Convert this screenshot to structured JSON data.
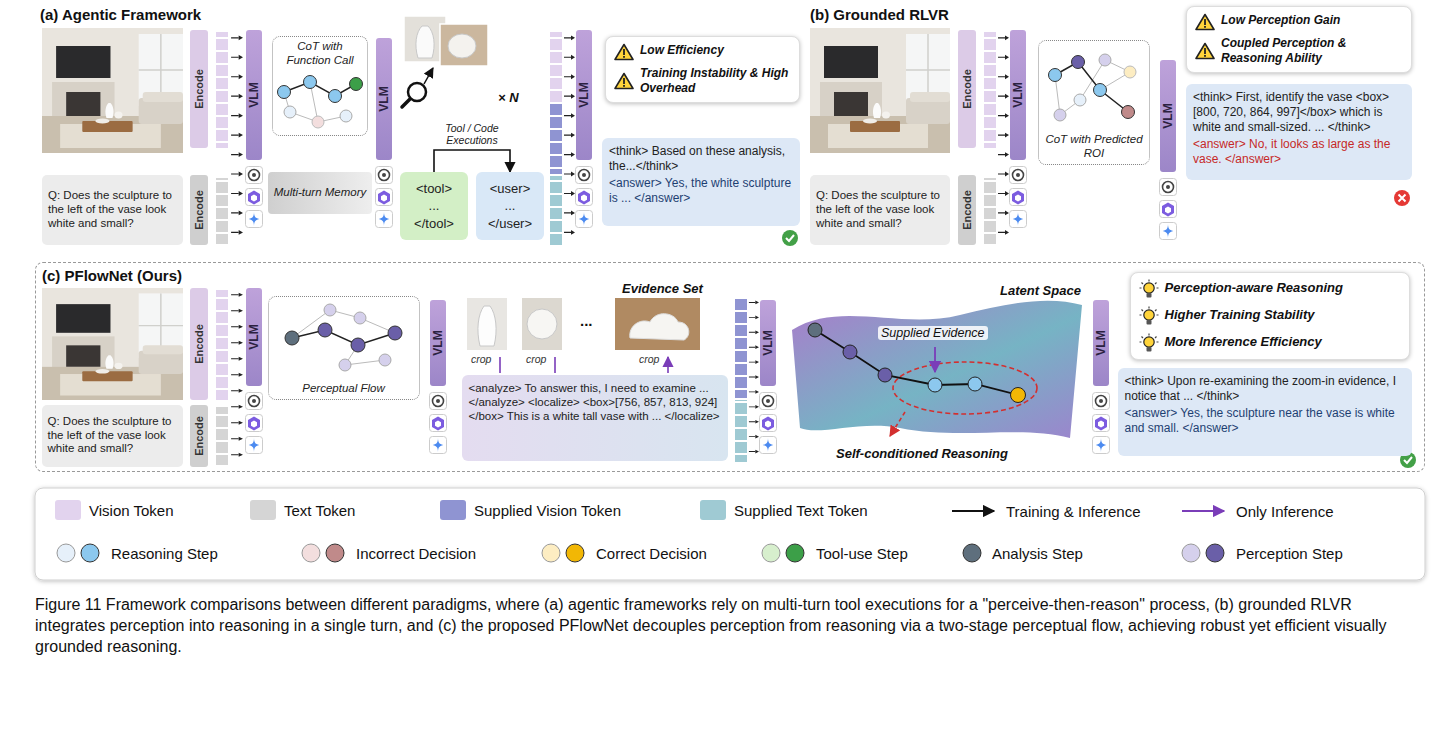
{
  "diagram": {
    "caption": "Figure 11 Framework comparisons between different paradigms, where (a) agentic frameworks rely on multi-turn tool executions for a \"perceive-then-reason\" process, (b) grounded RLVR integrates perception into reasoning in a single turn, and (c) the proposed PFlowNet decouples perception from reasoning via a two-stage perceptual flow, achieving robust yet efficient visually grounded reasoning.",
    "nodes": [
      {
        "text": [
          "Encode"
        ]
      },
      {
        "text": [
          "VLM"
        ]
      },
      {
        "text": [
          "Q: Does the sculpture to the left of the vase look white and small?"
        ]
      },
      {
        "text": [
          "Encode"
        ]
      },
      {
        "text": [
          "CoT with Function Call"
        ]
      },
      {
        "text": [
          "Multi-turn Memory"
        ]
      },
      {
        "text": [
          "VLM"
        ]
      },
      {
        "text": [
          "<tool> ... </tool>"
        ]
      },
      {
        "text": [
          "<user> ... </user>"
        ]
      },
      {
        "text": [
          "VLM"
        ]
      },
      {
        "text": [
          "Low Efficiency",
          "Training Instability & High Overhead"
        ]
      },
      {
        "text": [
          "<think> Based on these analysis, the...</think>",
          "<answer> Yes, the white sculpture is ... </answer>"
        ]
      },
      {
        "text": [
          "Encode"
        ]
      },
      {
        "text": [
          "VLM"
        ]
      },
      {
        "text": [
          "Q: Does the sculpture to the left of the vase look white and small?"
        ]
      },
      {
        "text": [
          "Encode"
        ]
      },
      {
        "text": [
          "CoT with Predicted ROI"
        ]
      },
      {
        "text": [
          "VLM"
        ]
      },
      {
        "text": [
          "Low Perception Gain",
          "Coupled Perception & Reasoning Ability"
        ]
      },
      {
        "text": [
          "<think> First, identify the vase <box>[800, 720, 864, 997]</box> which is white and small-sized. ... </think>",
          "<answer> No, it looks as large as the vase. </answer>"
        ]
      },
      {
        "text": [
          "(c) PFlowNet (Ours)"
        ]
      },
      {
        "text": [
          "Encode"
        ],
        "in": 20
      },
      {
        "text": [
          "VLM"
        ],
        "in": 20
      },
      {
        "text": [
          "Q: Does the sculpture to the left of the vase look white and small?"
        ],
        "in": 20
      },
      {
        "text": [
          "Encode"
        ],
        "in": 20
      },
      {
        "text": [
          "Perceptual Flow"
        ],
        "in": 20
      },
      {
        "text": [
          "VLM"
        ],
        "in": 20
      },
      {
        "text": [
          "<analyze> To answer this, I need to examine ... </analyze> <localize> <box>[756, 857, 813, 924]</box> This is a white tall vase with ... </localize>"
        ],
        "in": 20
      },
      {
        "text": [
          "VLM"
        ],
        "in": 20
      },
      {
        "text": [
          "Perception-aware Reasoning",
          "Higher Training Stability",
          "More Inference Efficiency"
        ],
        "in": 20
      },
      {
        "text": [
          "VLM"
        ],
        "in": 20
      },
      {
        "text": [
          "<think> Upon re-examining the zoom-in evidence, I notice that ... </think>",
          "<answer> Yes, the sculpture near the vase is white and small. </answer>"
        ],
        "in": 20
      }
    ],
    "edges": [
      {
        "from": 7,
        "to": 8,
        "arrow": "to",
        "label": "Tool / Code Executions"
      }
    ],
    "labels": [
      "(a) Agentic Framework",
      "× N",
      "(b) Grounded RLVR",
      "Evidence Set",
      "crop",
      "crop",
      "...",
      "crop",
      "Latent Space",
      "Supplied Evidence",
      "Self-conditioned Reasoning"
    ],
    "legend": [
      {
        "text": "Vision Token",
        "color": "#e2d3ee"
      },
      {
        "text": "Text Token",
        "color": "#d5d5d5"
      },
      {
        "text": "Supplied Vision Token",
        "color": "#8f94d2"
      },
      {
        "text": "Supplied Text Token",
        "color": "#9fcad3"
      },
      {
        "text": "Training & Inference"
      },
      {
        "text": "Only Inference"
      },
      {
        "text": "Reasoning Step"
      },
      {
        "text": "Incorrect Decision"
      },
      {
        "text": "Correct Decision"
      },
      {
        "text": "Tool-use Step"
      },
      {
        "text": "Analysis Step"
      },
      {
        "text": "Perception Step"
      }
    ]
  }
}
